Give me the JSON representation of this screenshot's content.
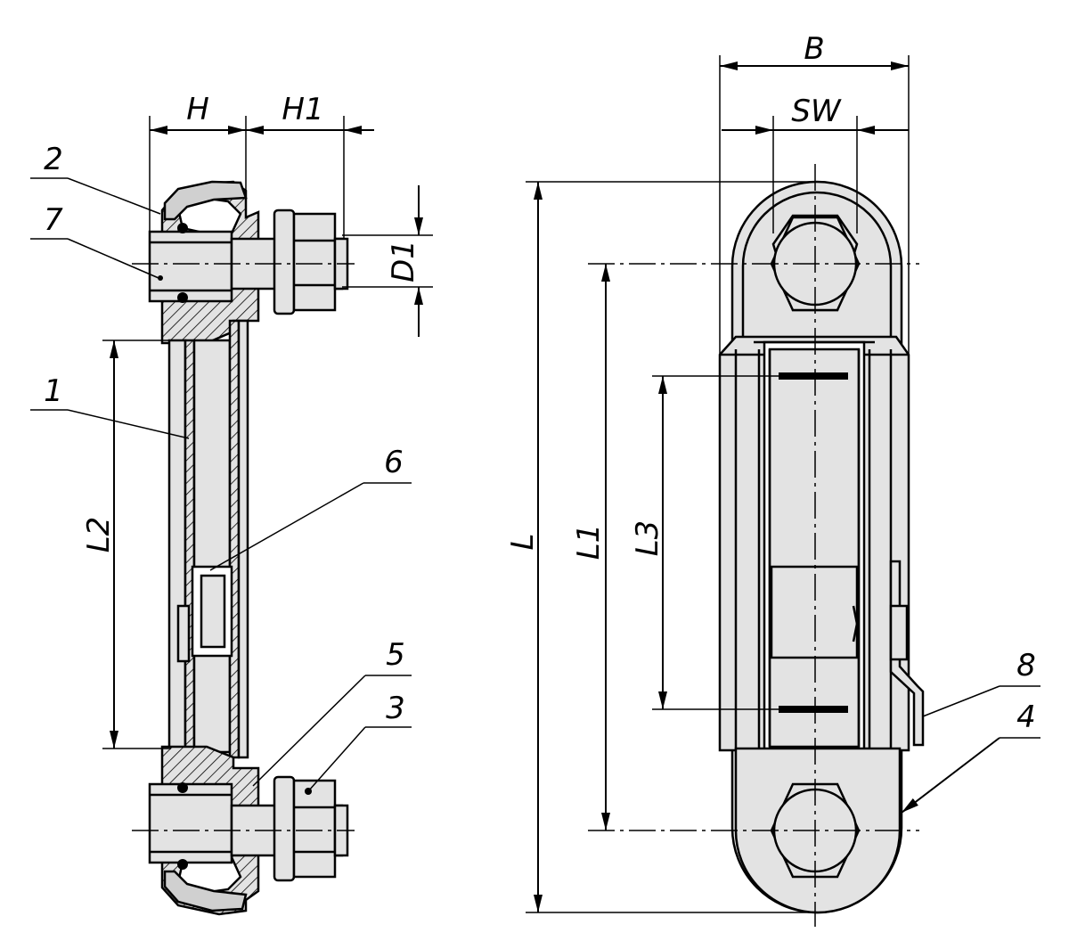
{
  "diagram": {
    "side_view_labels": {
      "H": "H",
      "H1": "H1",
      "D1": "D1",
      "L2": "L2"
    },
    "front_view_labels": {
      "B": "B",
      "SW": "SW",
      "L": "L",
      "L1": "L1",
      "L3": "L3"
    },
    "part_callouts": [
      "1",
      "2",
      "3",
      "4",
      "5",
      "6",
      "7",
      "8"
    ],
    "colors": {
      "part_fill": "#e3e3e3",
      "line": "#000000",
      "background": "#ffffff"
    }
  }
}
